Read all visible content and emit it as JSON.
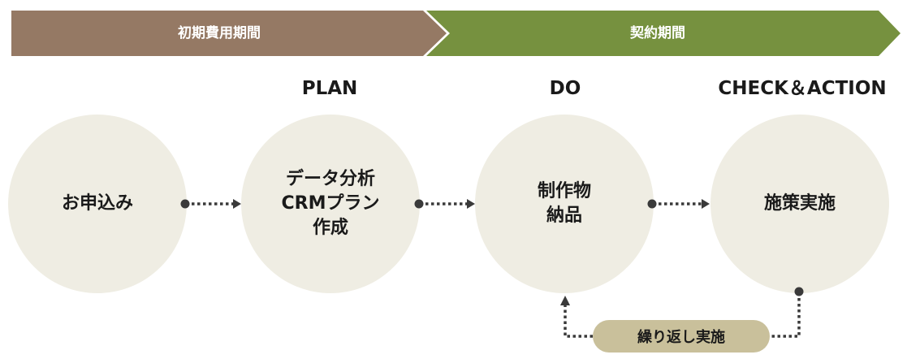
{
  "phases": {
    "initial": {
      "label": "初期費用期間",
      "color": "#957964"
    },
    "contract": {
      "label": "契約期間",
      "color": "#76913f"
    }
  },
  "stages": {
    "plan": "PLAN",
    "do": "DO",
    "check_action": "CHECK＆ACTION"
  },
  "steps": [
    {
      "text": "お申込み"
    },
    {
      "text": "データ分析\nCRMプラン\n作成"
    },
    {
      "text": "制作物\n納品"
    },
    {
      "text": "施策実施"
    }
  ],
  "loop": {
    "label": "繰り返し実施"
  },
  "colors": {
    "circle": "#efede3",
    "pill": "#c9c09b",
    "connector": "#3a3a3a"
  }
}
